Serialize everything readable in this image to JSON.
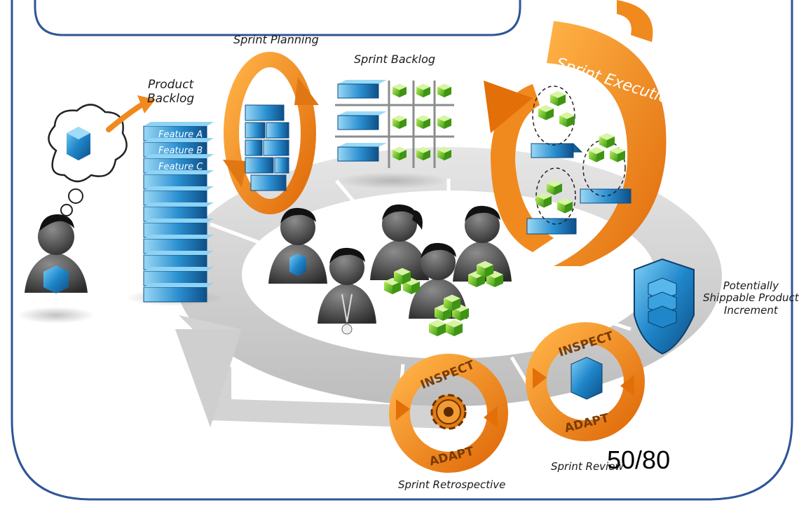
{
  "labels": {
    "product_backlog": "Product\nBacklog",
    "sprint_planning": "Sprint Planning",
    "sprint_backlog": "Sprint Backlog",
    "sprint_execution": "Sprint Execution",
    "potentially_shippable": "Potentially\nShippable Product\nIncrement",
    "sprint_review": "Sprint Review",
    "sprint_retrospective": "Sprint Retrospective"
  },
  "features": [
    "Feature A",
    "Feature B",
    "Feature C"
  ],
  "cycle_words": {
    "inspect": "INSPECT",
    "adapt": "ADAPT"
  },
  "page_number": "50/80",
  "colors": {
    "frame": "#2e5597",
    "orange": "#f08a1e",
    "blue": "#1f7fc4",
    "green": "#6cc02a",
    "gray": "#d9d9d9",
    "person": "#3b3b3b"
  }
}
